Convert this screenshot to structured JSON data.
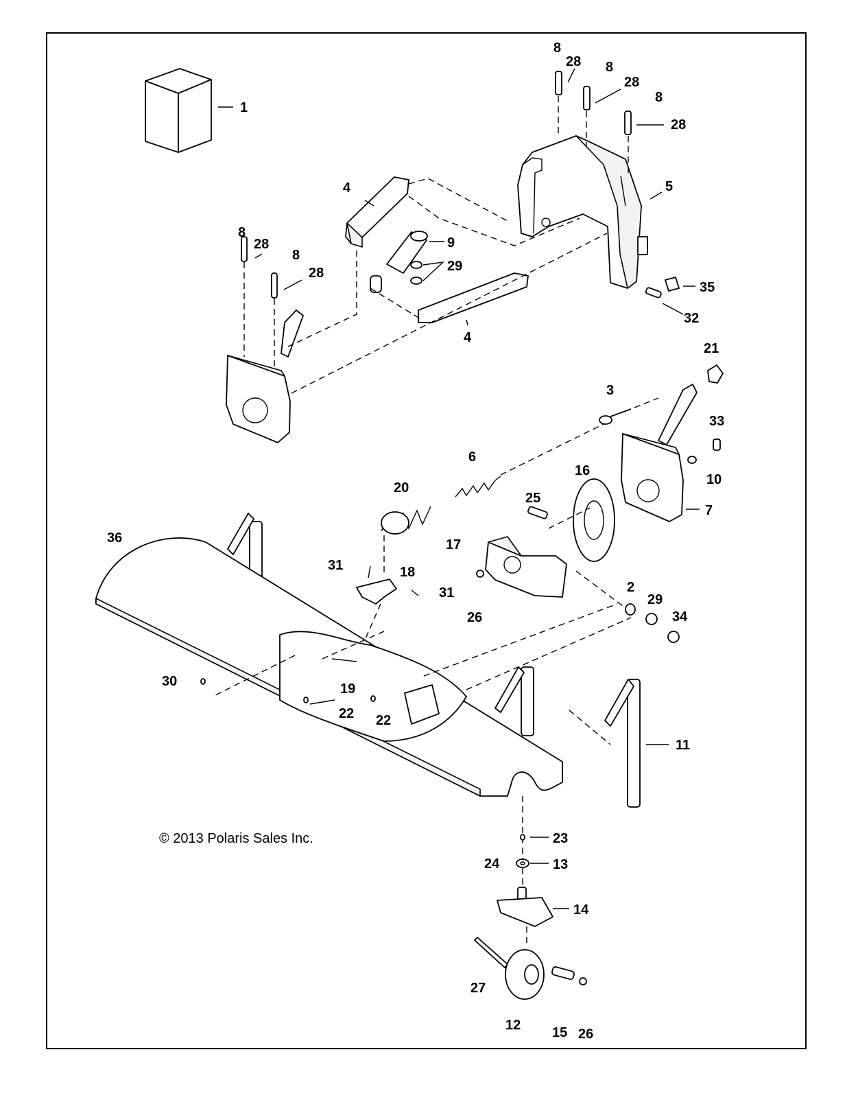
{
  "diagram": {
    "copyright": "© 2013 Polaris Sales Inc.",
    "callouts": [
      "1",
      "2",
      "3",
      "4",
      "4",
      "5",
      "6",
      "7",
      "8",
      "8",
      "8",
      "8",
      "8",
      "9",
      "10",
      "11",
      "12",
      "13",
      "14",
      "15",
      "16",
      "17",
      "18",
      "19",
      "20",
      "21",
      "22",
      "22",
      "23",
      "24",
      "25",
      "26",
      "26",
      "27",
      "28",
      "28",
      "28",
      "28",
      "28",
      "29",
      "29",
      "30",
      "31",
      "31",
      "32",
      "33",
      "34",
      "35",
      "36"
    ]
  }
}
